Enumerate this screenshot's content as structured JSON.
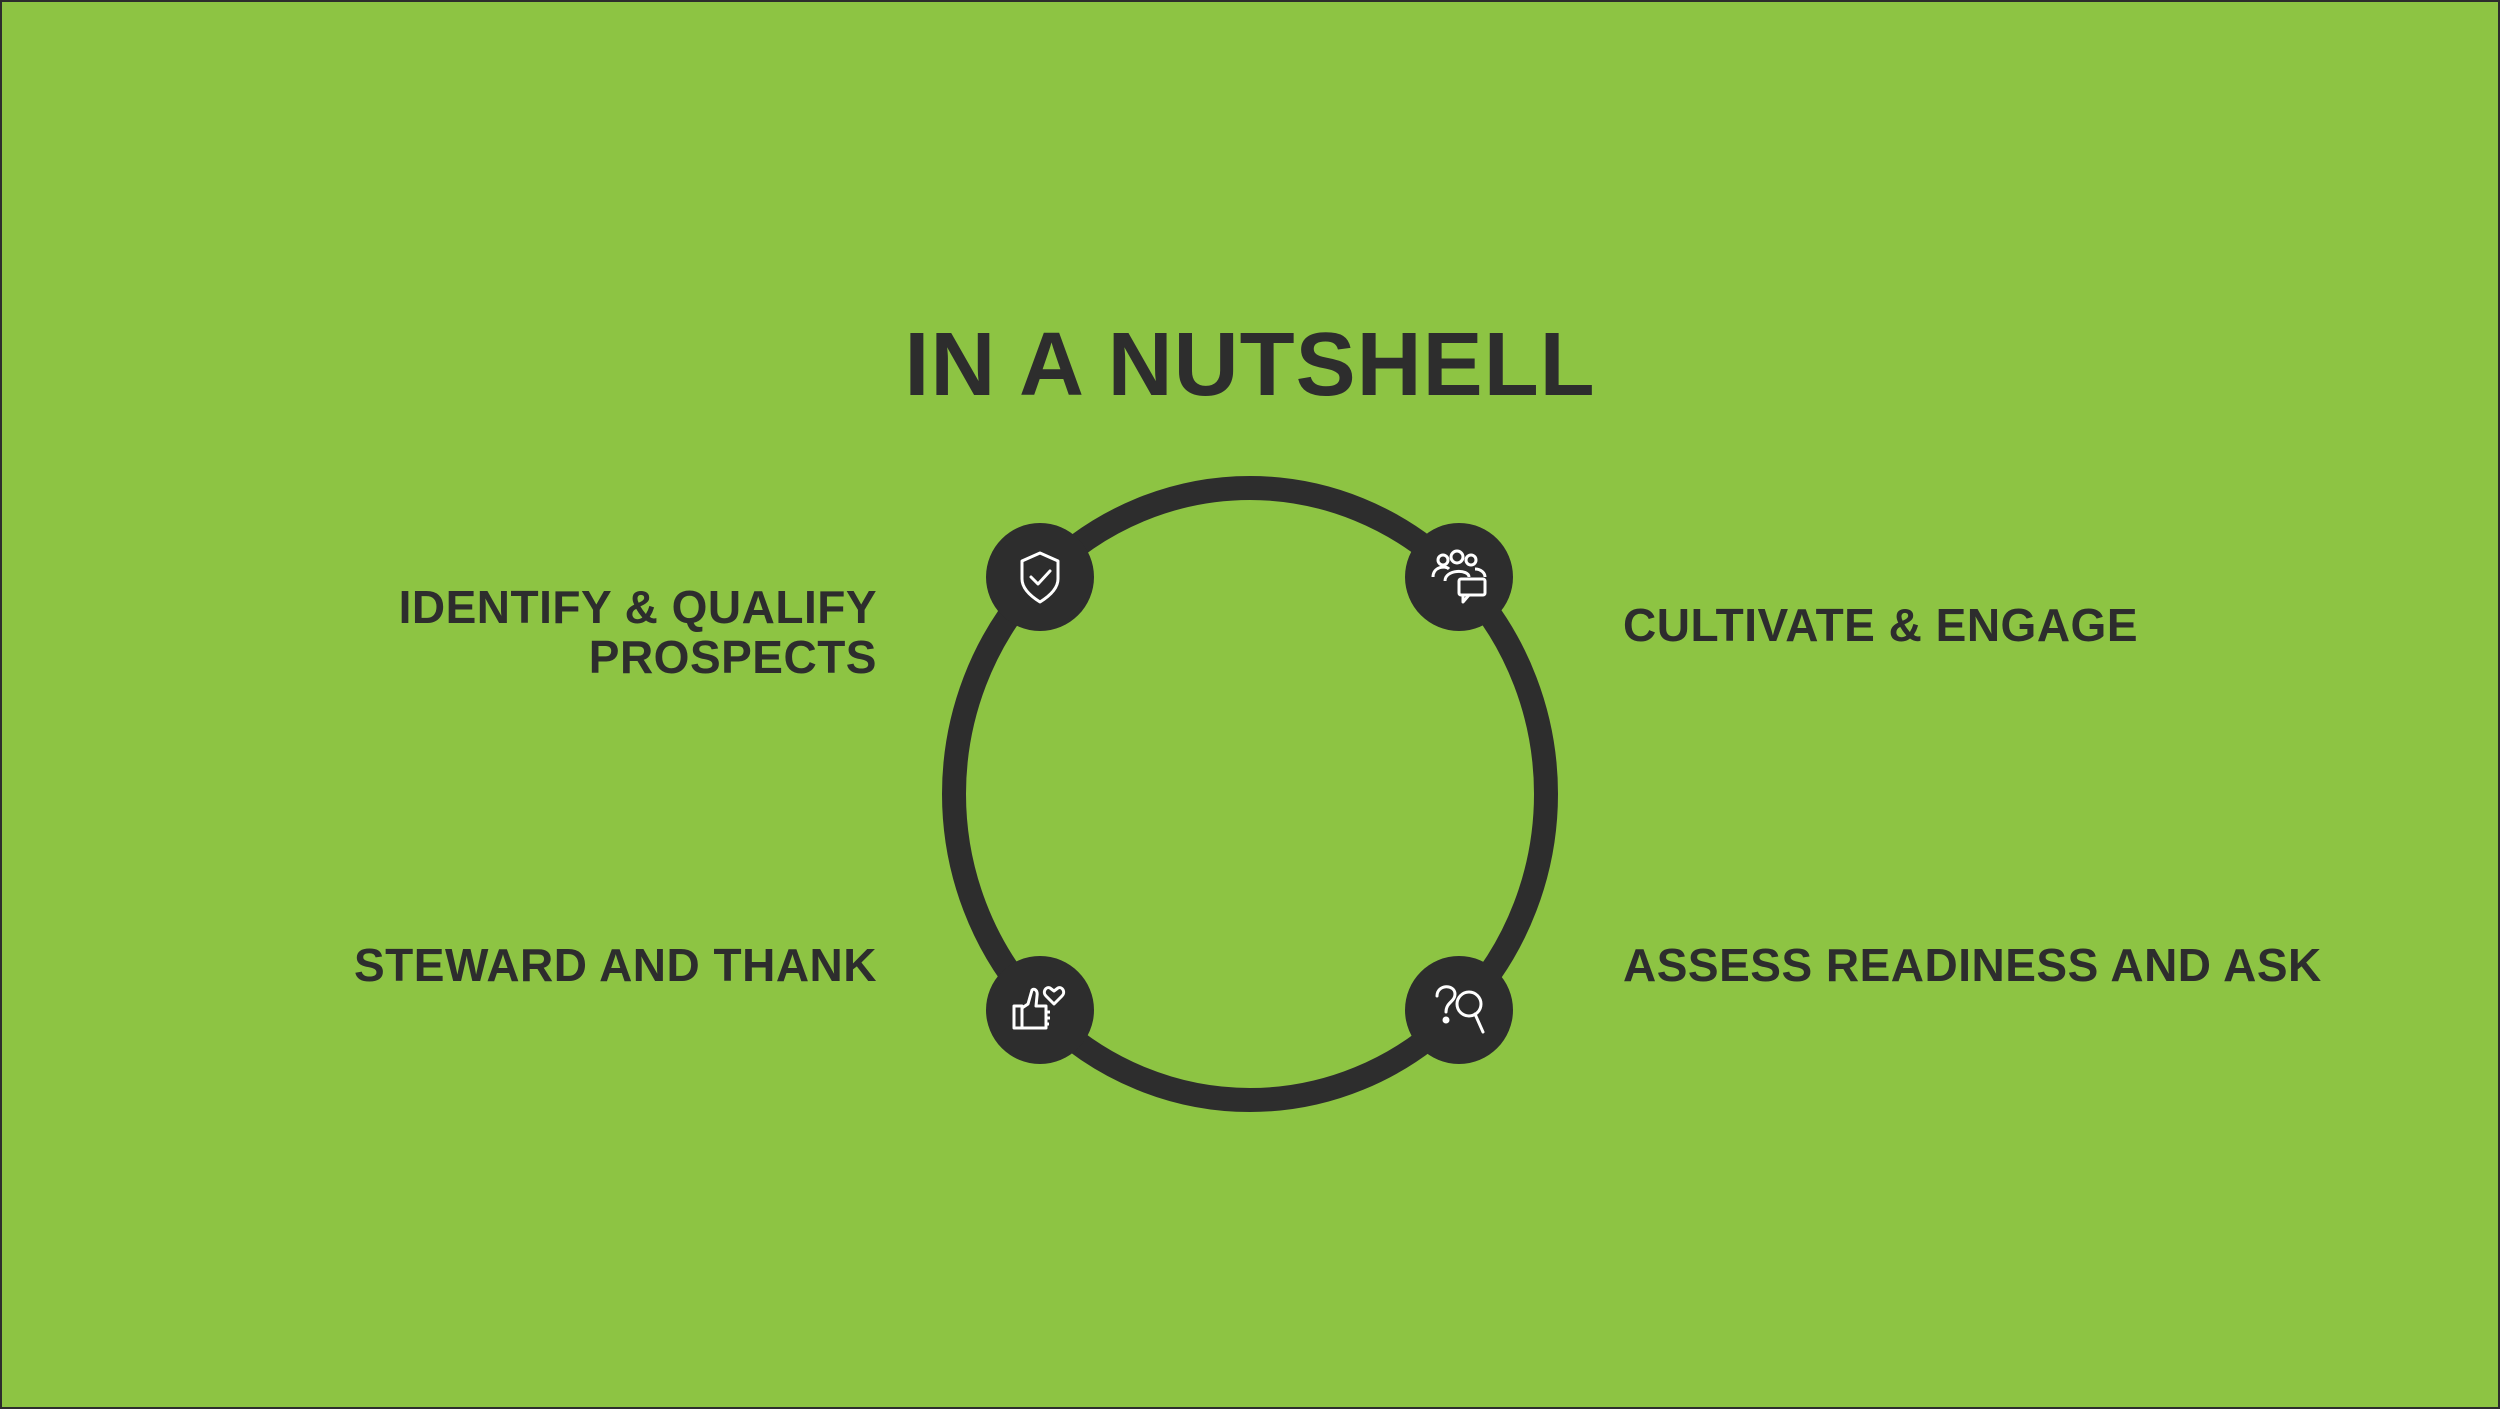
{
  "title": "IN A NUTSHELL",
  "steps": [
    {
      "label_lines": [
        "IDENTIFY & QUALIFY",
        "PROSPECTS"
      ],
      "icon": "shield-check-icon"
    },
    {
      "label_lines": [
        "CULTIVATE & ENGAGE"
      ],
      "icon": "people-chat-icon"
    },
    {
      "label_lines": [
        "ASSESS READINESS AND ASK"
      ],
      "icon": "question-search-icon"
    },
    {
      "label_lines": [
        "STEWARD AND THANK"
      ],
      "icon": "thumbs-up-heart-icon"
    }
  ],
  "colors": {
    "background": "#8dc443",
    "dark": "#2d2d2d",
    "icon": "#ffffff"
  }
}
